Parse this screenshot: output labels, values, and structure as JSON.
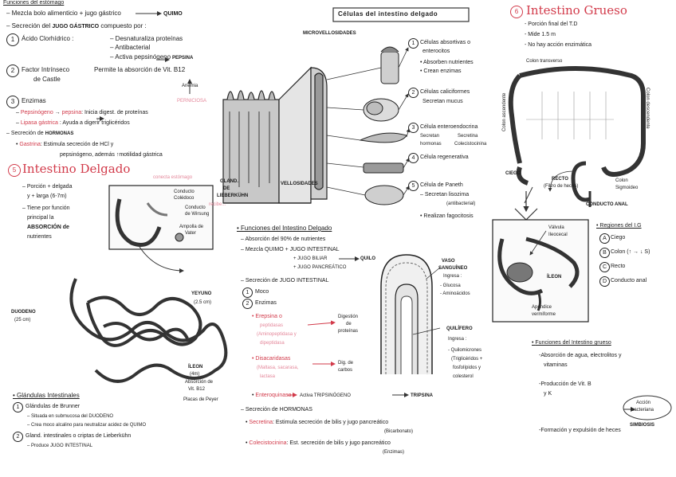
{
  "colors": {
    "ink": "#1a1a1a",
    "red": "#d23a4a",
    "pink": "#e4879a",
    "hint": "#e7a7b3"
  },
  "icons": [
    "stomach-sketch",
    "villi-diagram",
    "absorptive-cell-sketch",
    "goblet-cell-sketch",
    "enteroendocrine-cell-sketch",
    "regenerative-cell-sketch",
    "paneth-cell-sketch",
    "small-intestine-sketch",
    "duodenum-sketch",
    "villus-sketch",
    "large-intestine-sketch",
    "ileocecal-valve-sketch",
    "arrow"
  ],
  "stomach": {
    "heading": "Funciones del estómago",
    "l1": "Mezcla bolo alimenticio + jugo gástrico",
    "l1b": "QUIMO",
    "l2a": "Secreción del",
    "l2b": "JUGO GÁSTRICO",
    "l2c": "compuesto por :",
    "n1": "1",
    "hcl": "Ácido Clorhídrico :",
    "hcl_1": "– Desnaturaliza proteínas",
    "hcl_2": "– Antibacterial",
    "hcl_3": "– Activa pepsinógeno",
    "hcl_3b": "PEPSINA",
    "n2": "2",
    "fi_1": "Factor Intrínseco",
    "fi_2": "de Castle",
    "fi_desc": "Permite la absorción de Vit. B12",
    "anemia": "Anemia",
    "anemia_2": "PERNICIOSA",
    "n3": "3",
    "enz": "Enzimas",
    "enz_1a": "Pepsinógeno",
    "enz_1b": "pepsina",
    "enz_1c": ": Inicia digest. de proteínas",
    "enz_2a": "Lipasa gástrica",
    "enz_2b": ": Ayuda a digerir triglicéridos",
    "hor": "Secreción de",
    "hor_b": "HORMONAS",
    "gas_a": "Gastrina",
    "gas_b": ": Estimula secreción de HCl y",
    "gas_c": "pepsinógeno, además ↑motilidad gástrica"
  },
  "small": {
    "num": "5",
    "title": "Intestino Delgado",
    "p1": "Porción + delgada",
    "p2": "y + larga (6-7m)",
    "p3": "Tiene por función",
    "p4": "principal la",
    "p5": "ABSORCIÓN de",
    "p6": "nutrientes",
    "p7": "conecta estómago",
    "conducto": "Conducto",
    "coledoco": "Colédoco",
    "conducto_w": "Conducto",
    "wirsung": "de Wirsung",
    "ampolla": "Ampolla de",
    "vater": "Vater",
    "recibe": "recibe...",
    "duodeno": "DUODENO",
    "duodeno_len": "(25 cm)",
    "yeyuno": "YEYUNO",
    "yeyuno_len": "(2.5 cm)",
    "ileon": "ÍLEON",
    "ileon_len": "(4m)",
    "ileon_a": "Absorción de",
    "ileon_b": "Vit. B12",
    "ileon_c": "Placas de Peyer",
    "gl_title": "Glándulas Intestinales",
    "g1n": "1",
    "g1": "Glándulas de Brunner",
    "g1a": "Situada en submucosa del DUODENO",
    "g1b": "Crea moco alcalino para neutralizar acidez de QUIMO",
    "g2n": "2",
    "g2": "Gland. intestinales o criptas de Lieberkühn",
    "g2a": "Produce JUGO INTESTINAL"
  },
  "villi": {
    "micro": "MICROVELLOSIDADES",
    "glan": "GLAND.",
    "de": "DE",
    "lieb": "LIEBERKÜHN",
    "vel": "VELLOSIDADES"
  },
  "cells": {
    "title": "Células del intestino delgado",
    "c1n": "1",
    "c1": "Células absortivas o",
    "c1b": "enterocitos",
    "c1c": "Absorben nutrientes",
    "c1d": "Crean enzimas",
    "c2n": "2",
    "c2": "Células caliciformes",
    "c2b": "Secretan mucus",
    "c3n": "3",
    "c3": "Célula enteroendocrina",
    "c3b": "Secretan",
    "c3c": "hormonas",
    "c3d": "Secretina",
    "c3e": "Colecistocinina",
    "c4n": "4",
    "c4": "Célula regenerativa",
    "c5n": "5",
    "c5": "Célula de Paneth",
    "c5b": "Secretan lisozima",
    "c5c": "(antibacterial)",
    "c5d": "Realizan fagocitosis"
  },
  "functions": {
    "title": "Funciones del Intestino Delgado",
    "f1": "Absorción del 90% de nutrientes",
    "f2": "Mezcla QUIMO + JUGO INTESTINAL",
    "f2b": "+ JUGO BILIAR",
    "f2c": "+ JUGO PANCREÁTICO",
    "quilo": "QUILO",
    "f3": "Secreción de JUGO INTESTINAL",
    "m1n": "1",
    "m1": "Moco",
    "m2n": "2",
    "m2": "Enzimas",
    "e1": "Erepsina o",
    "e1b": "peptidasas",
    "e1c": "(Aminopeptidasa y",
    "e1d": "dipeptidasa",
    "e1r": "Digestión",
    "e1r2": "de",
    "e1r3": "proteínas",
    "e2": "Disacaridasas",
    "e2b": "(Maltasa, sacarasa,",
    "e2c": "lactasa",
    "e2r": "Dig. de",
    "e2r2": "carbos",
    "e3": "Enteroquinasa",
    "e3b": "Activa TRIPSINÓGENO",
    "e3c": "TRIPSINA",
    "h": "Secreción de HORMONAS",
    "h1": "Secretina",
    "h1b": ": Estimula secreción de bilis y jugo pancreático",
    "h1c": "(Bicarbonato)",
    "h2": "Colecistocinina",
    "h2b": ": Est. secreción de bilis y jugo pancreático",
    "h2c": "(Enzimas)"
  },
  "villus": {
    "vaso": "VASO",
    "sang": "SANGUÍNEO",
    "ingresa": "Ingresa :",
    "gl": "- Glucosa",
    "am": "- Aminoácidos",
    "quil": "QUILÍFERO",
    "ingresa2": "Ingresa :",
    "q1": "- Quilomicrones",
    "q2": "(Triglicéridos +",
    "q3": "fosfolípidos y",
    "q4": "colesterol"
  },
  "large": {
    "num": "6",
    "title": "Intestino Grueso",
    "l1": "- Porción final del T.D",
    "l2": "- Mide 1.5 m",
    "l3": "- No hay acción enzimática",
    "ctrans": "Colon transverso",
    "casc": "Colon ascendente",
    "cdesc": "Colon descendente",
    "ciego": "CIEGO",
    "recto": "RECTO",
    "recto2": "(Filtro de heces)",
    "cs": "Colon",
    "cs2": "Sigmoideo",
    "anal": "CONDUCTO ANAL",
    "apend": "Apéndice",
    "apend2": "vermiforme",
    "valv": "Válvula",
    "valv2": "Ileocecal",
    "ileon": "ÍLEON",
    "reg": "Regiones del I.G",
    "ra": "A",
    "r1": "Ciego",
    "rb": "B",
    "r2": "Colon (↑ → ↓ S)",
    "rc": "C",
    "r3": "Recto",
    "rd": "D",
    "r4": "Conducto anal",
    "fun": "Funciones del Intestino grueso",
    "f1": "-Absorción de agua, electrolitos y",
    "f1b": "vitaminas",
    "f2": "-Producción de Vit. B",
    "f2b": "y K",
    "acc": "Acción",
    "acc2": "bacteriana",
    "simb": "SIMBIOSIS",
    "f3": "-Formación y expulsión de heces"
  }
}
